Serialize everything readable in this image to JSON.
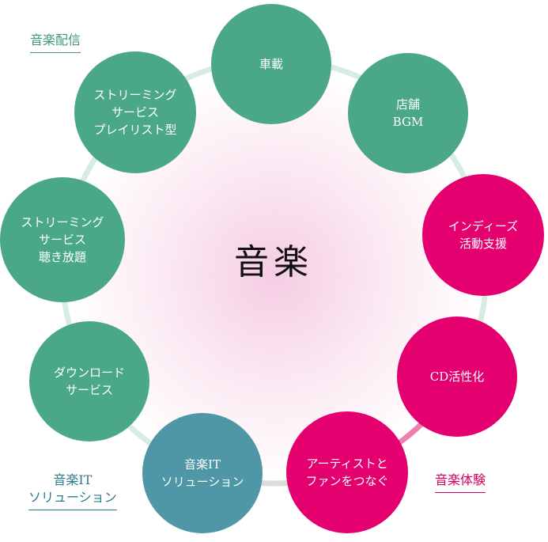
{
  "center": {
    "label": "音楽"
  },
  "colors": {
    "green": "#4aa888",
    "pink": "#e5006f",
    "blue": "#4f96a6",
    "ring_green": "#d6ece4",
    "ring_pink": "#ee7fae",
    "ring_gray": "#dcdcdc",
    "cat_green": "#3b9a78",
    "cat_blue": "#2d7a8a",
    "cat_pink": "#d4005e"
  },
  "nodes": [
    {
      "id": "shasai",
      "label": "車載",
      "color": "green"
    },
    {
      "id": "tenpo-bgm",
      "label": "店舗\nBGM",
      "color": "green"
    },
    {
      "id": "indies",
      "label": "インディーズ\n活動支援",
      "color": "pink"
    },
    {
      "id": "cd",
      "label": "CD活性化",
      "color": "pink"
    },
    {
      "id": "artist-fan",
      "label": "アーティストと\nファンをつなぐ",
      "color": "pink"
    },
    {
      "id": "music-it",
      "label": "音楽IT\nソリューション",
      "color": "blue"
    },
    {
      "id": "download",
      "label": "ダウンロード\nサービス",
      "color": "green"
    },
    {
      "id": "streaming-unlimited",
      "label": "ストリーミング\nサービス\n聴き放題",
      "color": "green"
    },
    {
      "id": "streaming-playlist",
      "label": "ストリーミング\nサービス\nプレイリスト型",
      "color": "green"
    }
  ],
  "categories": [
    {
      "id": "haishin",
      "label": "音楽配信",
      "color": "cat_green"
    },
    {
      "id": "it",
      "label": "音楽IT\nソリューション",
      "color": "cat_blue"
    },
    {
      "id": "taiken",
      "label": "音楽体験",
      "color": "cat_pink"
    }
  ]
}
